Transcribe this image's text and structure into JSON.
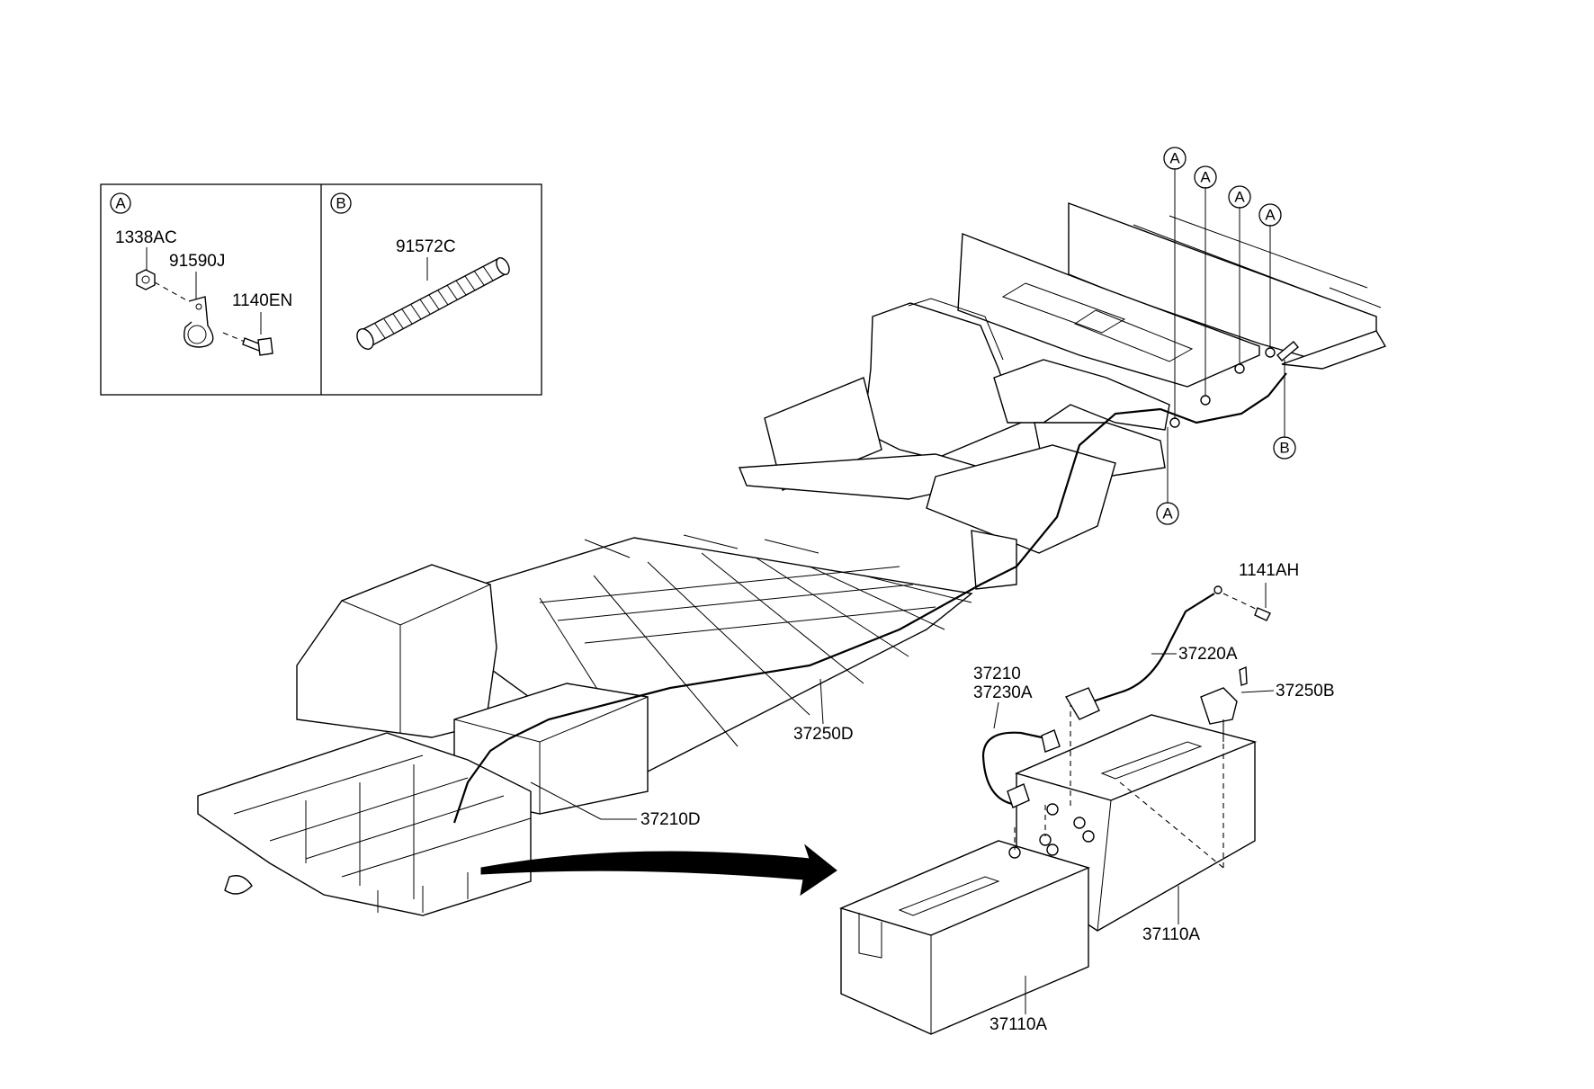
{
  "insets": {
    "a": {
      "marker": "A",
      "labels": [
        "1338AC",
        "91590J",
        "1140EN"
      ]
    },
    "b": {
      "marker": "B",
      "labels": [
        "91572C"
      ]
    }
  },
  "frame_markers": {
    "a": "A",
    "b": "B"
  },
  "callouts": {
    "p_1141AH": "1141AH",
    "p_37220A": "37220A",
    "p_37210": "37210",
    "p_37230A": "37230A",
    "p_37250B": "37250B",
    "p_37250D": "37250D",
    "p_37210D": "37210D",
    "p_37110A_right": "37110A",
    "p_37110A_left": "37110A"
  }
}
